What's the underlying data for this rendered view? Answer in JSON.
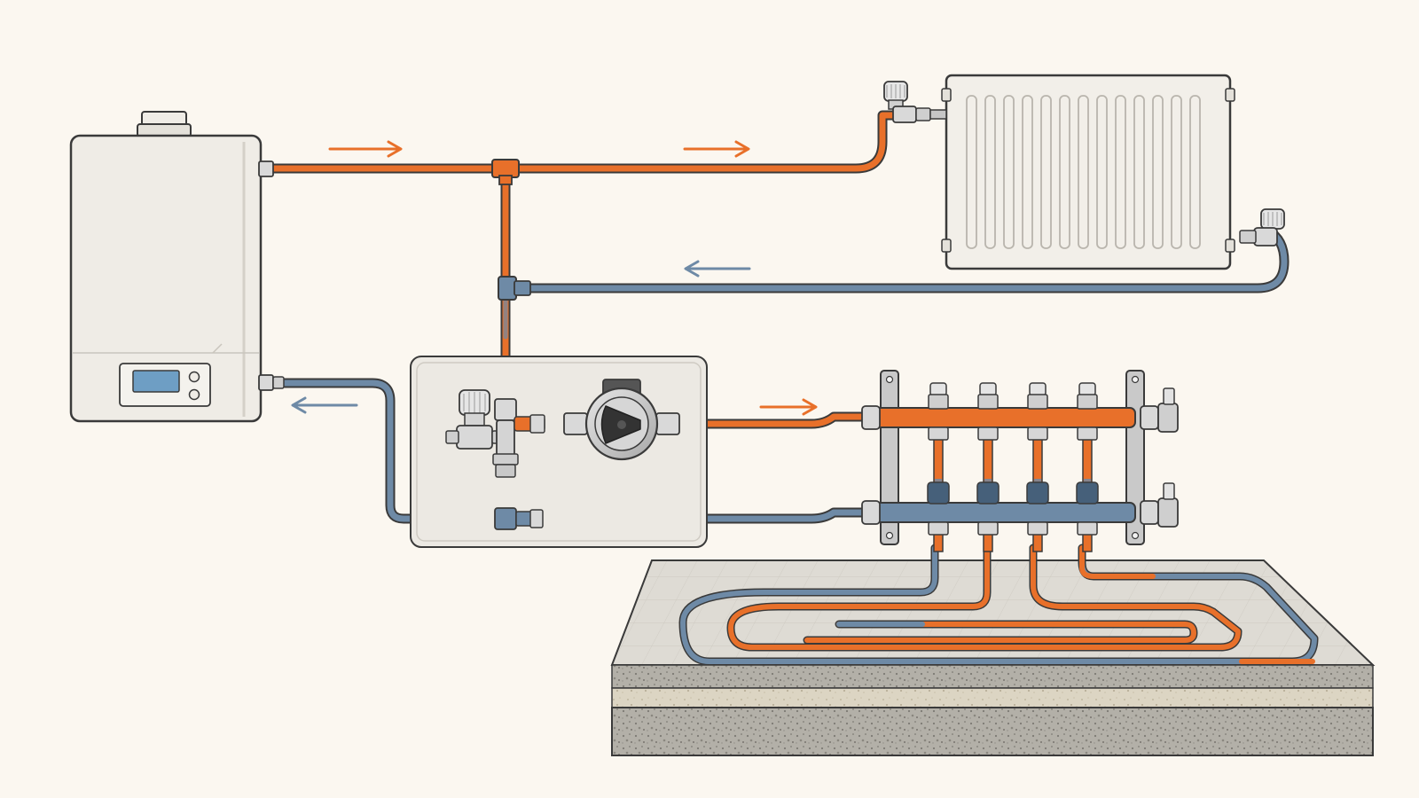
{
  "diagram": {
    "components": [
      {
        "id": "boiler",
        "kind": "wall-mounted boiler",
        "icon": "boiler-icon"
      },
      {
        "id": "radiator",
        "kind": "panel radiator",
        "icon": "radiator-icon"
      },
      {
        "id": "mixing-unit",
        "kind": "mixing valve and circulation pump unit",
        "icon": "pump-icon"
      },
      {
        "id": "manifold",
        "kind": "underfloor heating manifold",
        "loops": 4,
        "icon": "manifold-icon"
      },
      {
        "id": "floor",
        "kind": "underfloor heating pipe loop in screed layers",
        "icon": "floor-loop-icon"
      }
    ],
    "flows": [
      {
        "from": "boiler",
        "to": "radiator",
        "line": "supply"
      },
      {
        "from": "radiator",
        "to": "mixing-unit",
        "line": "return"
      },
      {
        "from": "mixing-unit",
        "to": "manifold",
        "line": "supply"
      },
      {
        "from": "manifold",
        "to": "boiler",
        "line": "return"
      }
    ],
    "colors": {
      "supply": "#e8702a",
      "return": "#6e8aa6",
      "metal": "#c9c9c9",
      "outline": "#3a3a3a",
      "background": "#fbf7f0",
      "appliance": "#efece6"
    }
  }
}
